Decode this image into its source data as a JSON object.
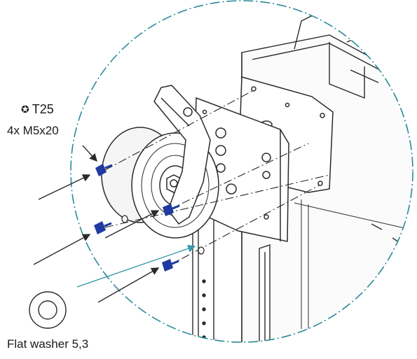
{
  "labels": {
    "torx_icon": "torx-drive-icon",
    "torx_size": "T25",
    "screw_spec": "4x M5x20",
    "washer_spec": "Flat washer 5,3"
  },
  "colors": {
    "line": "#2a2a2a",
    "detail_circle": "#2a8a9a",
    "screw": "#1f3aa0",
    "arrow_teal": "#3a9aa8"
  }
}
